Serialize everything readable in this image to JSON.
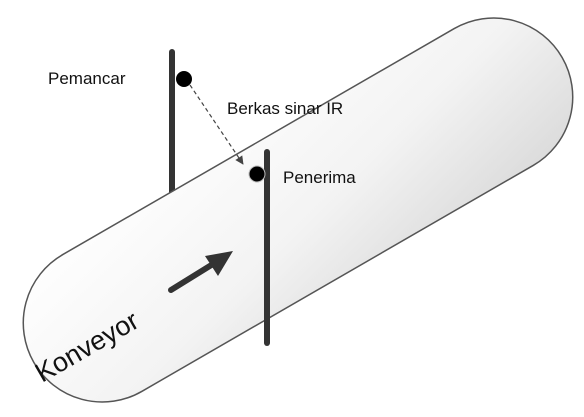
{
  "labels": {
    "transmitter": "Pemancar",
    "ir_beam": "Berkas sinar IR",
    "receiver": "Penerima",
    "conveyor": "Konveyor"
  },
  "colors": {
    "conveyor_fill_light": "#ffffff",
    "conveyor_fill_dark": "#d9d9d9",
    "outline": "#555555",
    "pole": "#333333",
    "sensor": "#000000",
    "beam": "#444444",
    "arrow": "#333333"
  },
  "icons": {
    "transmitter": "sensor-dot-icon",
    "receiver": "sensor-dot-icon",
    "direction": "arrow-up-right-icon"
  }
}
